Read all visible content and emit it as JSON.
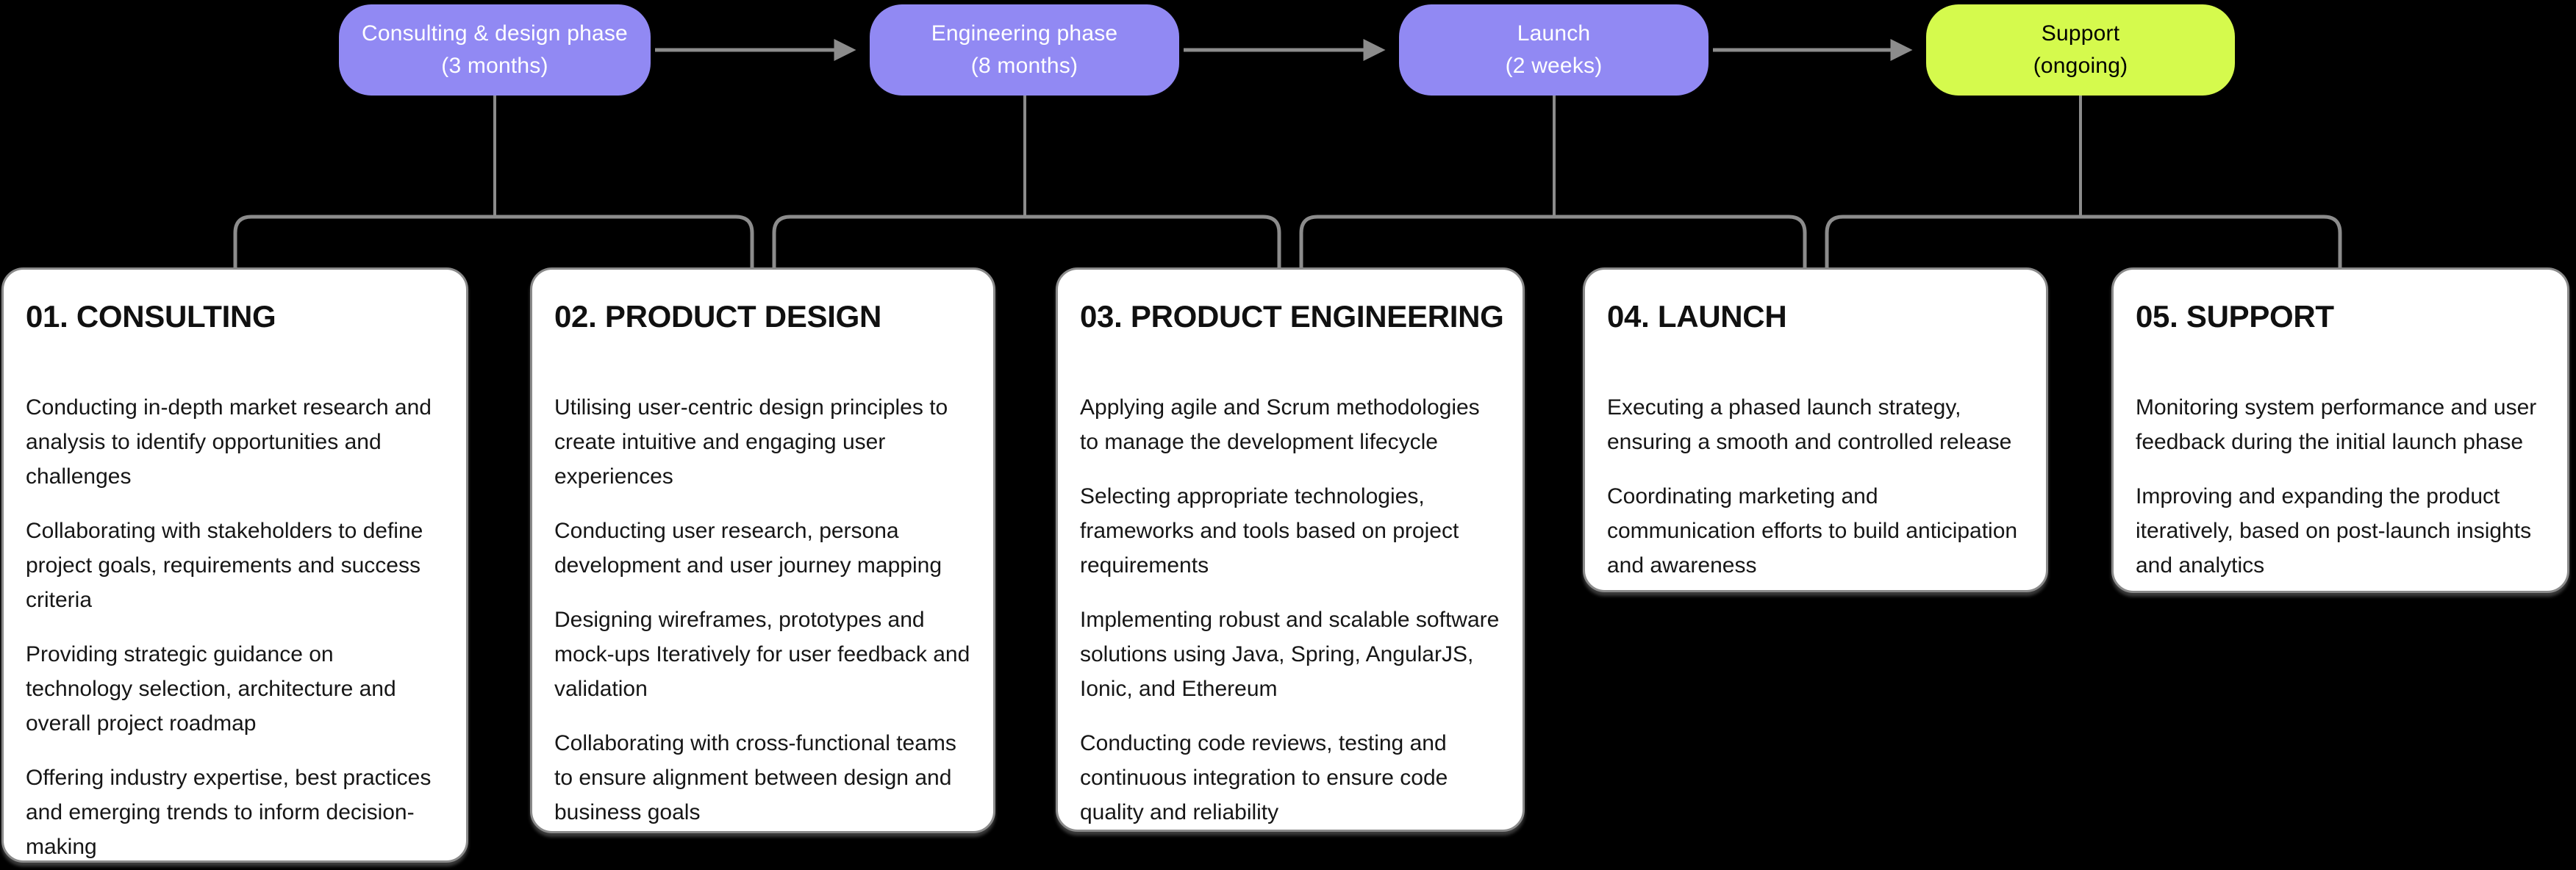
{
  "colors": {
    "background": "#000000",
    "phase_pill_purple": "#9189F3",
    "phase_pill_lime": "#D5FA4D",
    "connector_gray": "#8C8C8C",
    "card_background": "#FFFFFF",
    "card_border": "#8A8A8A",
    "pill_text_on_purple": "#FFFFFF",
    "pill_text_on_lime": "#000000",
    "card_text": "#161616"
  },
  "phases": [
    {
      "name": "Consulting & design phase",
      "duration": "(3 months)"
    },
    {
      "name": "Engineering phase",
      "duration": "(8 months)"
    },
    {
      "name": "Launch",
      "duration": "(2 weeks)"
    },
    {
      "name": "Support",
      "duration": "(ongoing)"
    }
  ],
  "cards": [
    {
      "title": "01. CONSULTING",
      "paragraphs": [
        "Conducting in-depth market research and analysis to identify opportunities and challenges",
        "Collaborating with stakeholders to define project goals, requirements and success criteria",
        "Providing strategic guidance on technology selection, architecture and overall project roadmap",
        "Offering industry expertise, best practices and emerging trends to inform decision-making"
      ]
    },
    {
      "title": "02. PRODUCT DESIGN",
      "paragraphs": [
        "Utilising user-centric design principles to create intuitive and engaging user experiences",
        "Conducting user research, persona development and user journey mapping",
        "Designing wireframes, prototypes and mock-ups Iteratively for user feedback and validation",
        "Collaborating with cross-functional teams to ensure alignment between design and business goals"
      ]
    },
    {
      "title": "03. PRODUCT ENGINEERING",
      "paragraphs": [
        "Applying agile and Scrum methodologies to manage the development lifecycle",
        "Selecting appropriate technologies, frameworks and tools based on project requirements",
        "Implementing robust and scalable software solutions using Java, Spring, AngularJS, Ionic, and Ethereum",
        "Conducting code reviews, testing and continuous integration to ensure code quality and reliability"
      ]
    },
    {
      "title": "04. LAUNCH",
      "paragraphs": [
        "Executing a phased launch strategy, ensuring a smooth and controlled release",
        "Coordinating marketing and communication efforts to build anticipation and awareness"
      ]
    },
    {
      "title": "05. SUPPORT",
      "paragraphs": [
        "Monitoring system performance and user feedback during the initial launch phase",
        "Improving and expanding the product iteratively, based on post-launch insights and analytics"
      ]
    }
  ]
}
